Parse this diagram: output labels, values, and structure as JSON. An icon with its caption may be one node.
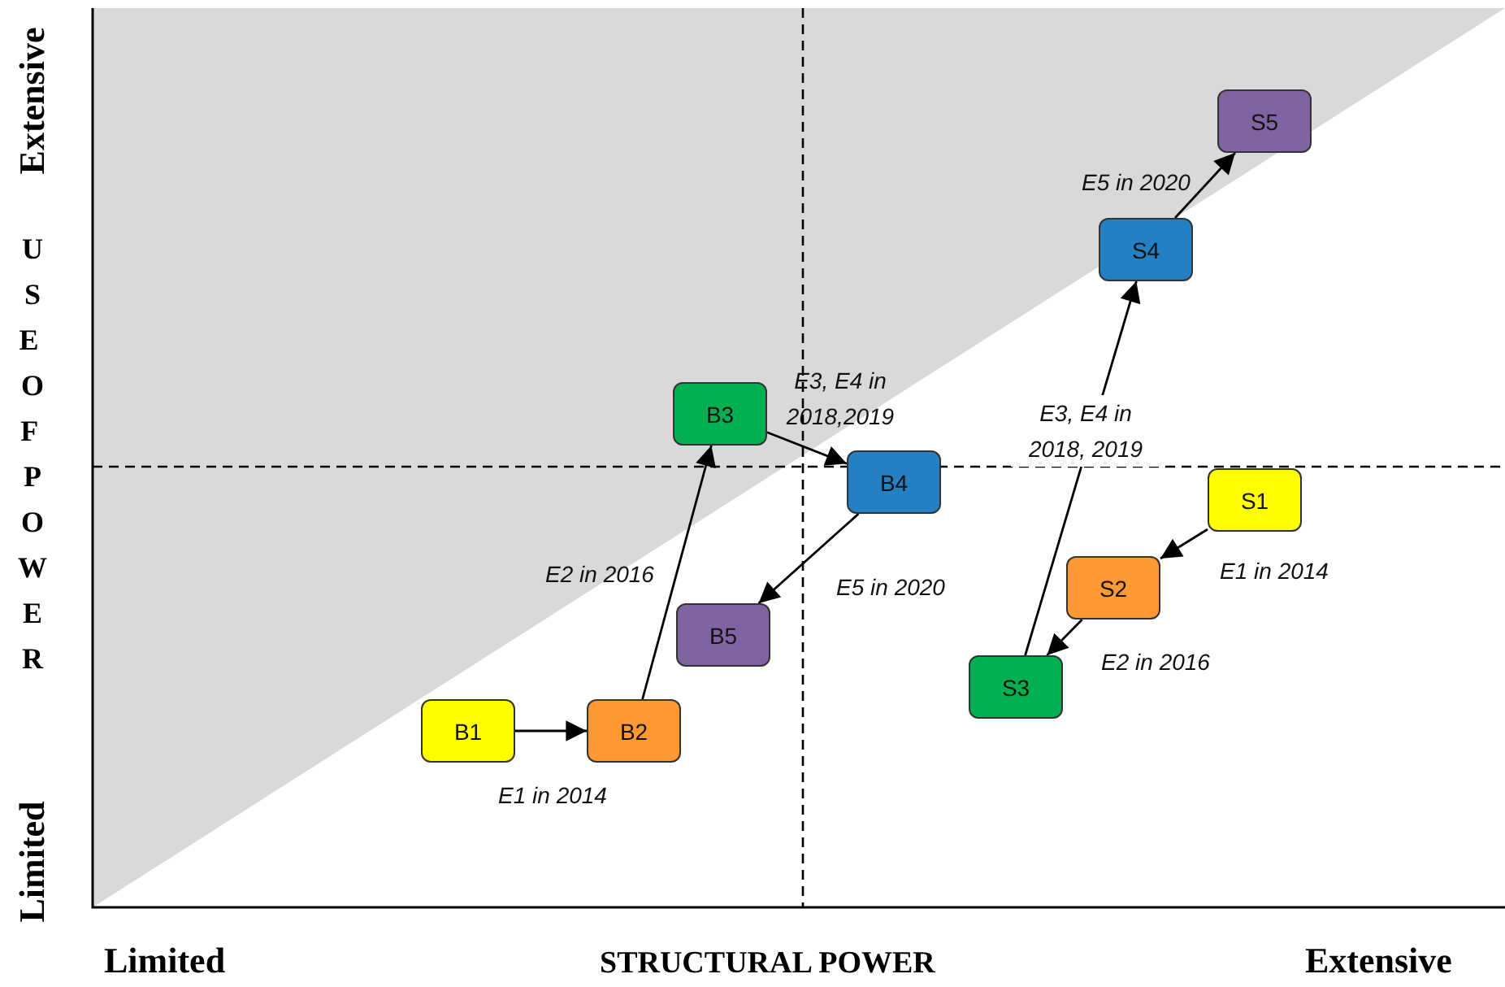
{
  "diagram": {
    "nodes": [
      {
        "text": [
          "B1"
        ]
      },
      {
        "text": [
          "B2"
        ]
      },
      {
        "text": [
          "B3"
        ]
      },
      {
        "text": [
          "B4"
        ]
      },
      {
        "text": [
          "B5"
        ]
      },
      {
        "text": [
          "S5"
        ]
      },
      {
        "text": [
          "S4"
        ]
      },
      {
        "text": [
          "S1"
        ]
      },
      {
        "text": [
          "S2"
        ]
      },
      {
        "text": [
          "S3"
        ]
      }
    ],
    "edges": [
      {
        "from": 0,
        "to": 1,
        "arrow": "to",
        "label": "E1 in 2014"
      },
      {
        "from": 1,
        "to": 2,
        "arrow": "to",
        "label": "E2 in 2016"
      },
      {
        "from": 2,
        "to": 3,
        "arrow": "to",
        "label": "E3, E4 in 2018,2019"
      },
      {
        "from": 3,
        "to": 4,
        "arrow": "to",
        "label": "E5 in 2020"
      },
      {
        "from": 7,
        "to": 8,
        "arrow": "to",
        "label": "E1 in 2014"
      },
      {
        "from": 8,
        "to": 9,
        "arrow": "to",
        "label": "E2 in 2016"
      },
      {
        "from": 9,
        "to": 6,
        "arrow": "to",
        "label": "E3, E4 in 2018, 2019"
      },
      {
        "from": 6,
        "to": 5,
        "arrow": "to",
        "label": "E5 in 2020"
      }
    ],
    "labels": [
      "Extensive",
      "USE OF POWER",
      "Limited",
      "Limited",
      "STRUCTURAL POWER",
      "Extensive"
    ]
  }
}
